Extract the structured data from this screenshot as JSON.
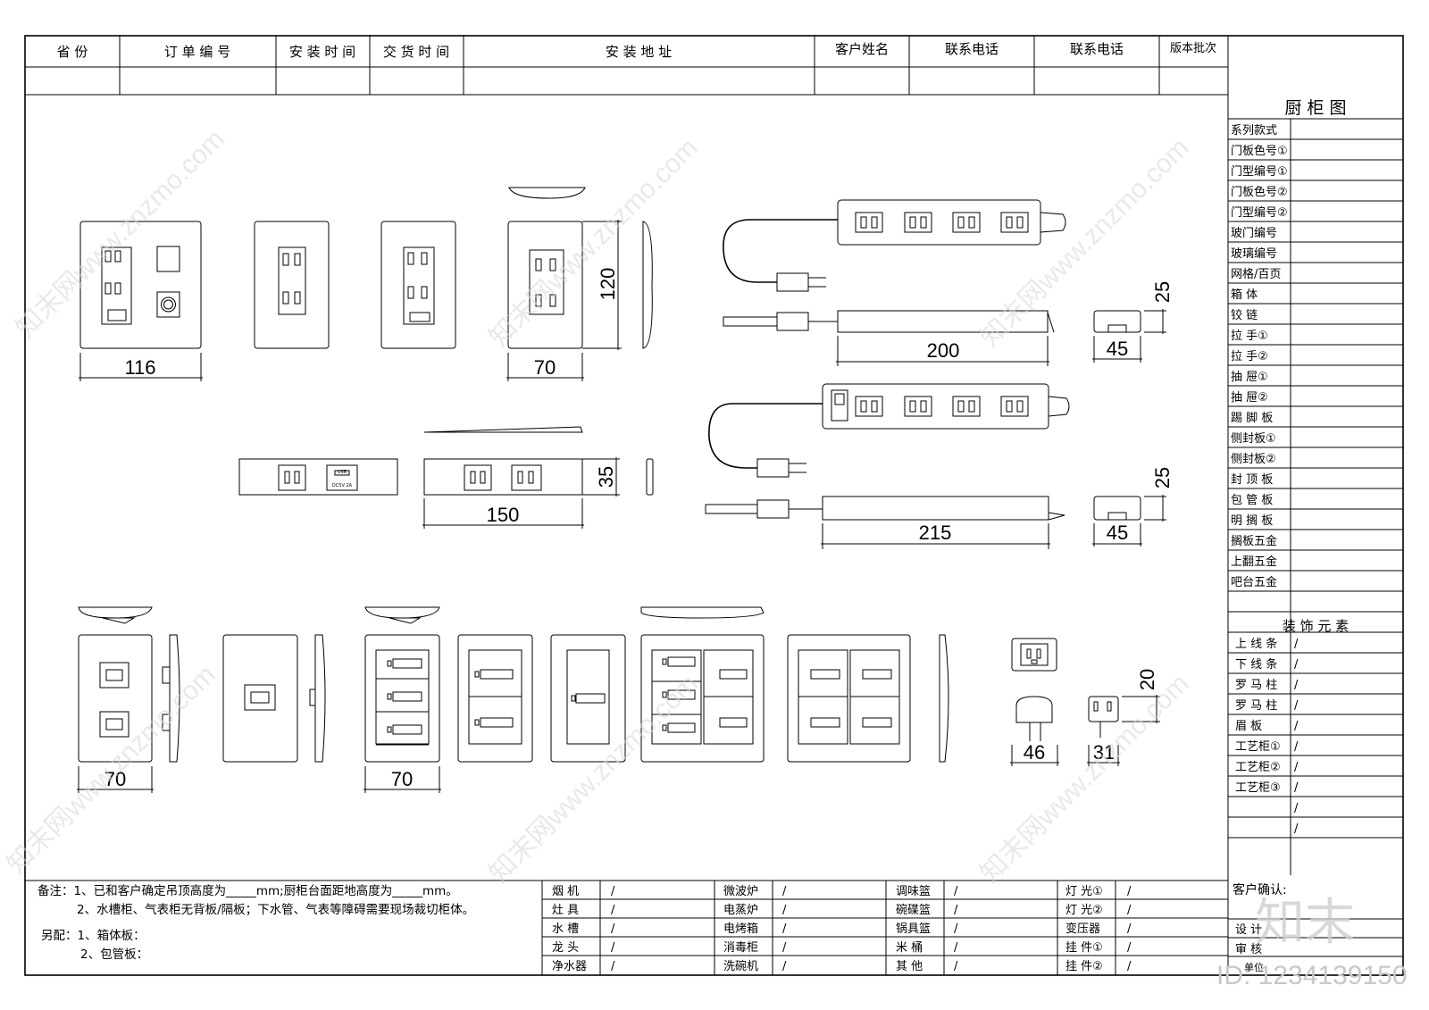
{
  "header": {
    "cols": [
      "省  份",
      "订 单 编 号",
      "安 装 时 间",
      "交 货 时 间",
      "安 装 地 址",
      "客户姓名",
      "联系电话",
      "联系电话",
      "版本批次"
    ]
  },
  "side": {
    "title": "厨 柜 图",
    "rows": [
      "系列款式",
      "门板色号①",
      "门型编号①",
      "门板色号②",
      "门型编号②",
      "玻门编号",
      "玻璃编号",
      "网格/百页",
      "箱    体",
      "铰    链",
      "拉    手①",
      "拉    手②",
      "抽    屉①",
      "抽    屉②",
      "踢 脚 板",
      "侧封板①",
      "侧封板②",
      "封 顶 板",
      "包 管 板",
      "明 搁 板",
      "搁板五金",
      "上翻五金",
      "吧台五金"
    ],
    "decor_title": "装 饰 元 素",
    "decor_rows": [
      "上 线 条",
      "下 线 条",
      "罗 马 柱",
      "罗 马 柱",
      "眉    板",
      "工艺柜①",
      "工艺柜②",
      "工艺柜③"
    ],
    "slash": "/",
    "confirm": "客户确认:",
    "design": "设  计",
    "review": "审    核",
    "unit": "单位"
  },
  "notes": {
    "line1": "备注：1、已和客户确定吊顶高度为_____mm;厨柜台面距地高度为_____mm。",
    "line2": "2、水槽柜、气表柜无背板/隔板；下水管、气表等障碍需要现场裁切柜体。",
    "line3": "另配：1、箱体板：",
    "line4": "2、包管板："
  },
  "appliances": {
    "col1": [
      "烟    机",
      "灶    具",
      "水    槽",
      "龙    头",
      "净水器"
    ],
    "col2": [
      "微波炉",
      "电蒸炉",
      "电烤箱",
      "消毒柜",
      "洗碗机"
    ],
    "col3": [
      "调味篮",
      "碗碟篮",
      "锅具篮",
      "米    桶",
      "其    他"
    ],
    "col4": [
      "灯  光①",
      "灯  光②",
      "变压器",
      "挂  件①",
      "挂  件②"
    ]
  },
  "dims": {
    "d116": "116",
    "d70a": "70",
    "d120": "120",
    "d150": "150",
    "d35": "35",
    "d200": "200",
    "d25a": "25",
    "d45a": "45",
    "d215": "215",
    "d25b": "25",
    "d45b": "45",
    "d70b": "70",
    "d70c": "70",
    "d20": "20",
    "d46": "46",
    "d31": "31"
  },
  "labels": {
    "usb": "USB",
    "usb_spec": "DC5V 2A"
  },
  "watermark": {
    "text": "知末网www.znzmo.com",
    "brand": "知末",
    "id": "ID: 1234139150"
  }
}
